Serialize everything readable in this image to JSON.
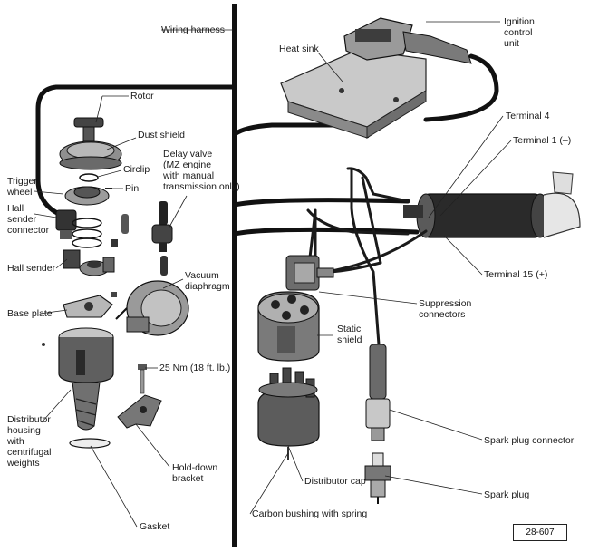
{
  "labels": {
    "wiring_harness": "Wiring harness",
    "ignition_control_unit": [
      "Ignition",
      "control",
      "unit"
    ],
    "heat_sink": "Heat sink",
    "rotor": "Rotor",
    "dust_shield": "Dust shield",
    "delay_valve": [
      "Delay valve",
      "(MZ engine",
      "with manual",
      "transmission only)"
    ],
    "circlip": "Circlip",
    "pin": "Pin",
    "trigger_wheel": [
      "Trigger",
      "wheel"
    ],
    "hall_sender_connector": [
      "Hall",
      "sender",
      "connector"
    ],
    "hall_sender": "Hall sender",
    "vacuum_diaphragm": [
      "Vacuum",
      "diaphragm"
    ],
    "base_plate": "Base plate",
    "torque": "25 Nm (18 ft. lb.)",
    "distributor_housing": [
      "Distributor",
      "housing",
      "with",
      "centrifugal",
      "weights"
    ],
    "hold_down_bracket": [
      "Hold-down",
      "bracket"
    ],
    "gasket": "Gasket",
    "terminal_4": "Terminal 4",
    "terminal_1": "Terminal 1 (–)",
    "terminal_15": "Terminal 15 (+)",
    "suppression_connectors": [
      "Suppression",
      "connectors"
    ],
    "static_shield": [
      "Static",
      "shield"
    ],
    "spark_plug_connector": "Spark plug connector",
    "distributor_cap": "Distributor cap",
    "spark_plug": "Spark plug",
    "carbon_bushing": "Carbon bushing with spring"
  },
  "figure_ref": "28-607"
}
